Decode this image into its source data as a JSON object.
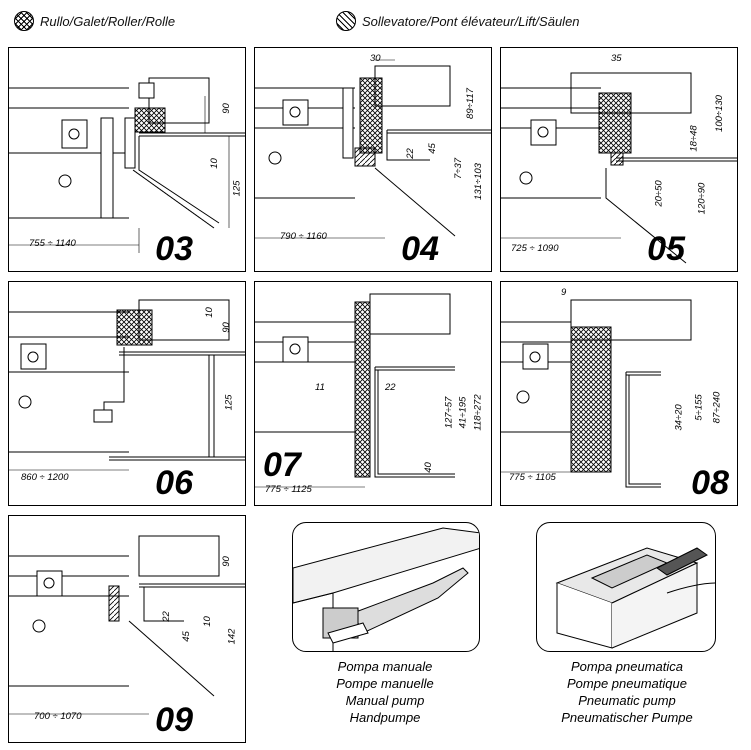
{
  "legend": {
    "roller_label": "Rullo/Galet/Roller/Rolle",
    "lift_label": "Sollevatore/Pont élévateur/Lift/Säulen"
  },
  "panels": [
    {
      "id": "03",
      "range": "755 ÷ 1140",
      "dims": [
        "90",
        "10",
        "125"
      ]
    },
    {
      "id": "04",
      "range": "790 ÷ 1160",
      "dims": [
        "30",
        "89÷117",
        "45",
        "22",
        "7÷37",
        "131÷103"
      ]
    },
    {
      "id": "05",
      "range": "725 ÷ 1090",
      "dims": [
        "35",
        "100÷130",
        "18÷48",
        "20÷50",
        "120÷90"
      ]
    },
    {
      "id": "06",
      "range": "860 ÷ 1200",
      "dims": [
        "10",
        "90",
        "125"
      ]
    },
    {
      "id": "07",
      "range": "775 ÷ 1125",
      "dims": [
        "11",
        "22",
        "127÷57",
        "41÷195",
        "118÷272",
        "40"
      ]
    },
    {
      "id": "08",
      "range": "775 ÷ 1105",
      "dims": [
        "9",
        "34÷20",
        "5÷155",
        "87÷240"
      ]
    },
    {
      "id": "09",
      "range": "700 ÷ 1070",
      "dims": [
        "90",
        "22",
        "45",
        "10",
        "142"
      ]
    }
  ],
  "pumps": {
    "manual": [
      "Pompa manuale",
      "Pompe manuelle",
      "Manual pump",
      "Handpumpe"
    ],
    "pneumatic": [
      "Pompa pneumatica",
      "Pompe pneumatique",
      "Pneumatic pump",
      "Pneumatischer Pumpe"
    ]
  }
}
